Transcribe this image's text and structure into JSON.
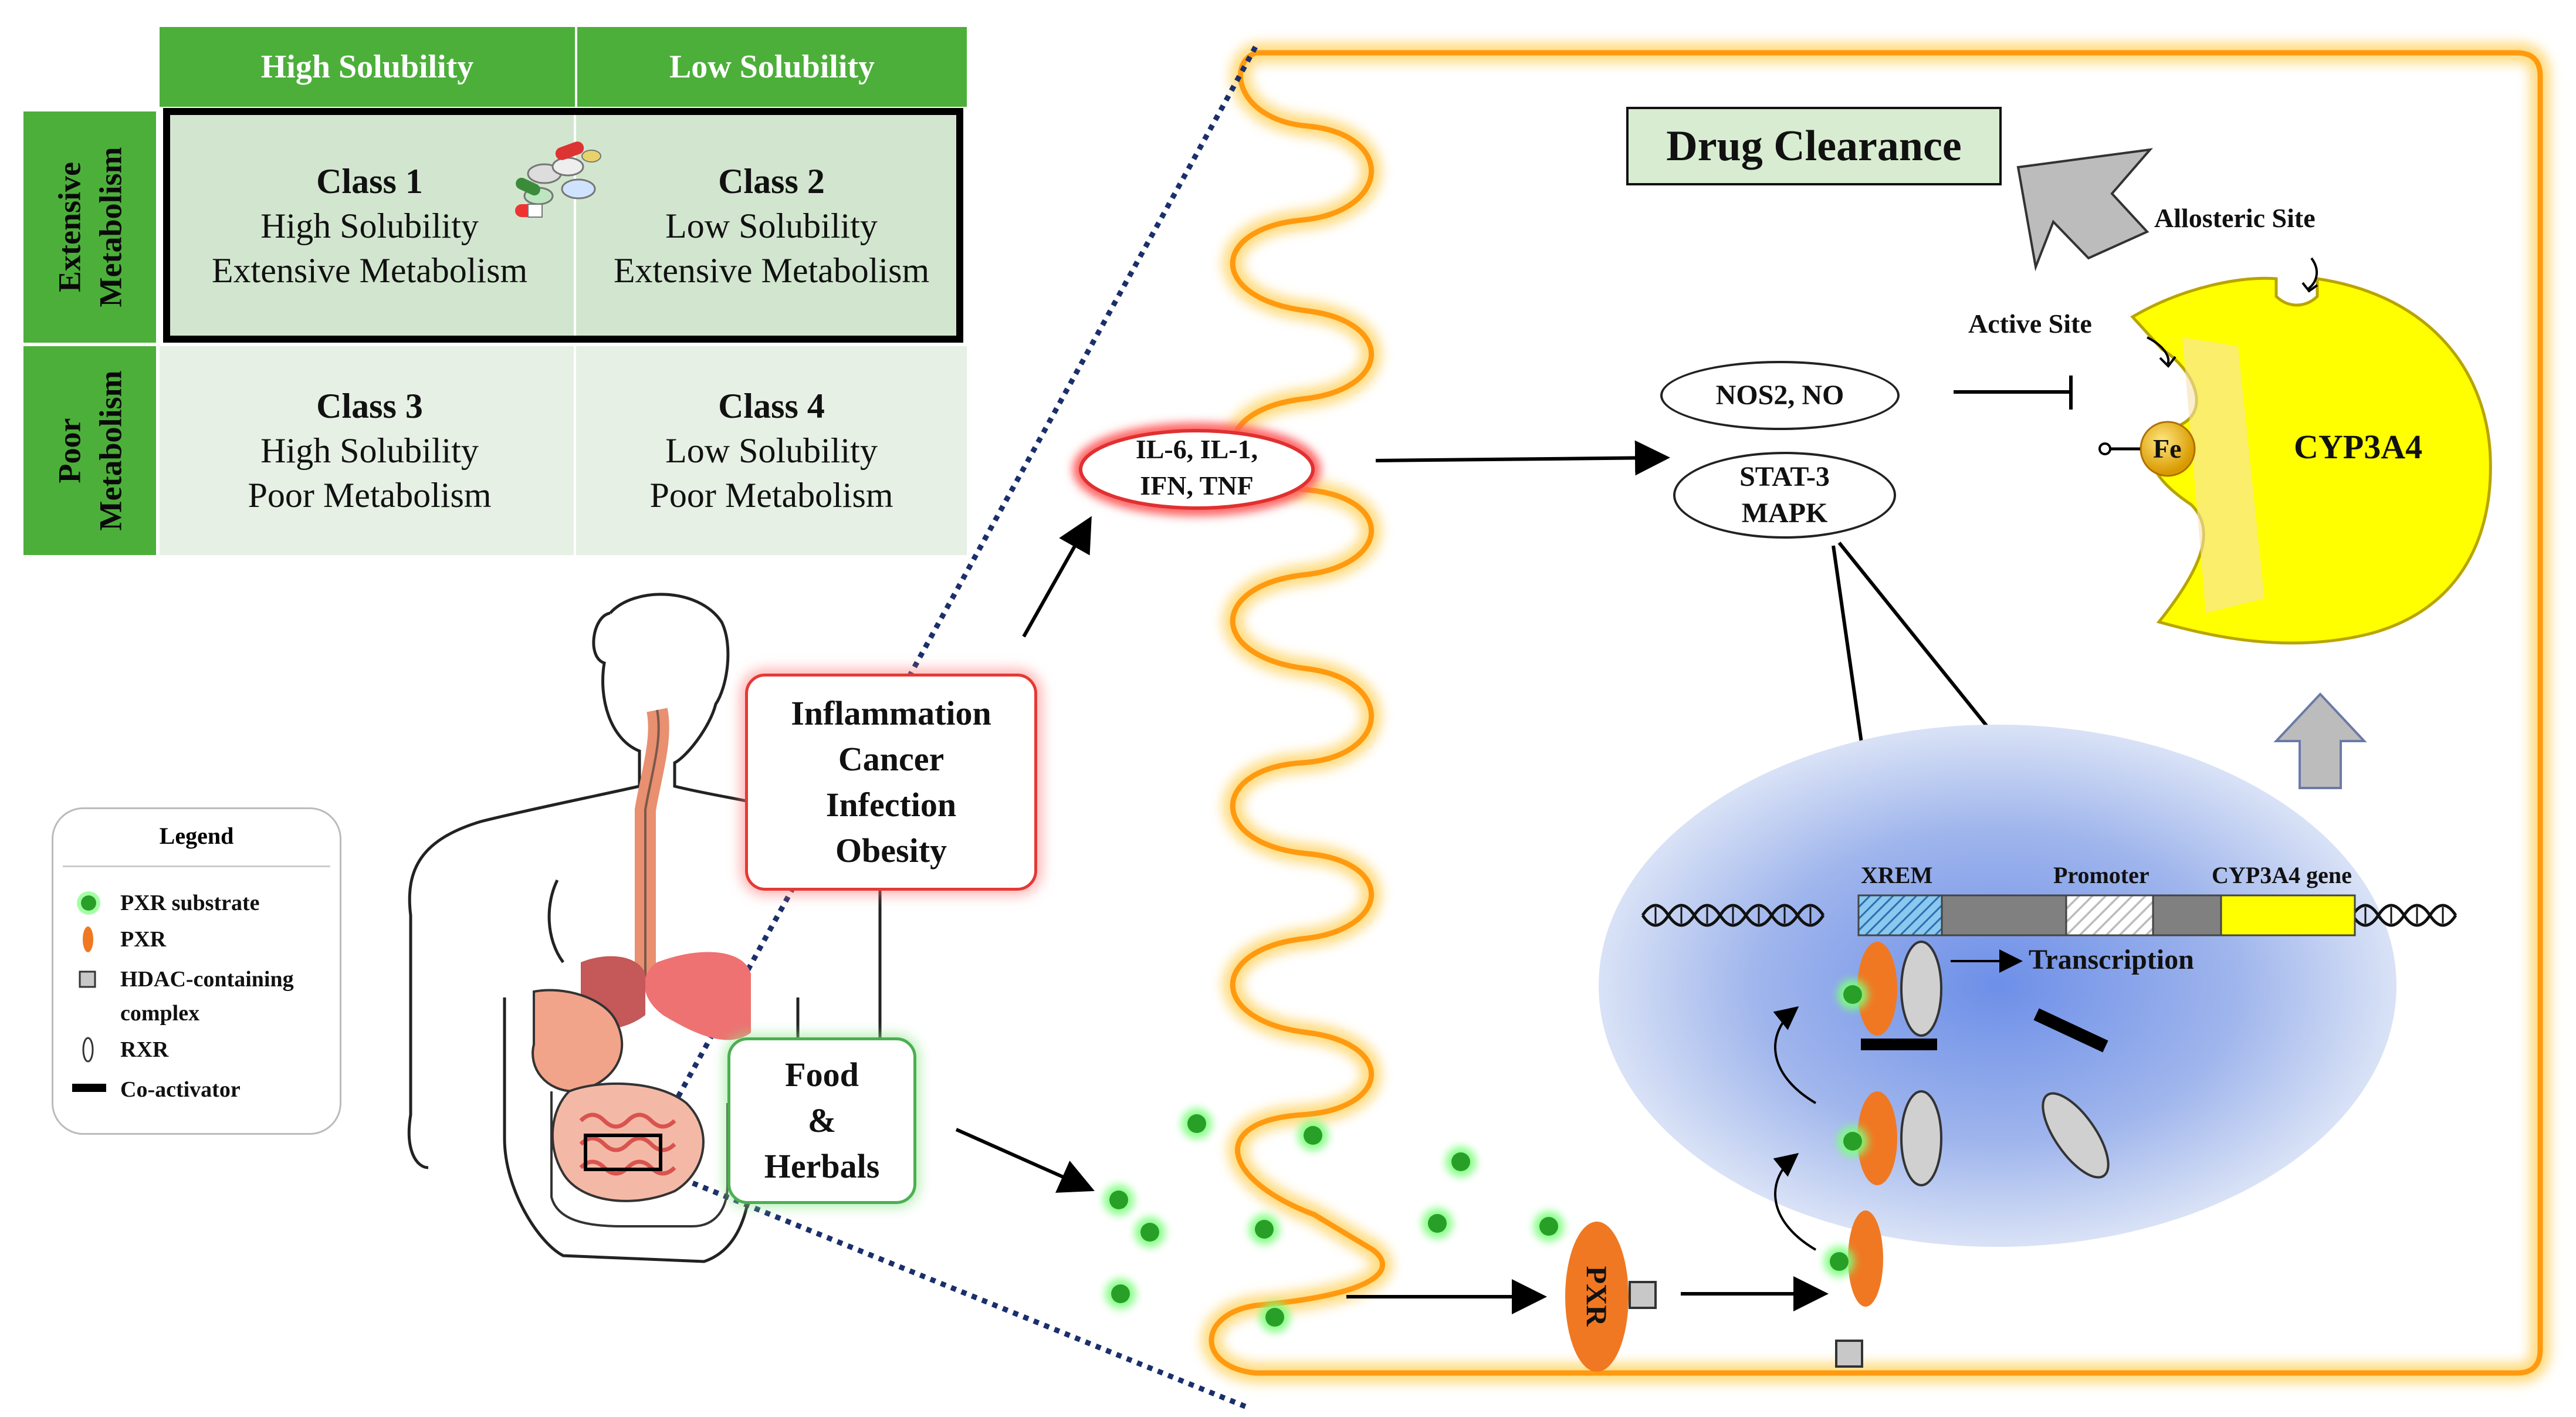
{
  "table": {
    "col_headers": [
      "High Solubility",
      "Low Solubility"
    ],
    "row_headers": [
      [
        "Extensive",
        "Metabolism"
      ],
      [
        "Poor",
        "Metabolism"
      ]
    ],
    "cells": [
      {
        "title": "Class 1",
        "line1": "High Solubility",
        "line2": "Extensive Metabolism"
      },
      {
        "title": "Class 2",
        "line1": "Low Solubility",
        "line2": "Extensive Metabolism"
      },
      {
        "title": "Class 3",
        "line1": "High Solubility",
        "line2": "Poor Metabolism"
      },
      {
        "title": "Class 4",
        "line1": "Low Solubility",
        "line2": "Poor Metabolism"
      }
    ]
  },
  "conditions": [
    "Inflammation",
    "Cancer",
    "Infection",
    "Obesity"
  ],
  "food": [
    "Food",
    "&",
    "Herbals"
  ],
  "cytokines": [
    "IL-6, IL-1,",
    "IFN, TNF"
  ],
  "nos": "NOS2, NO",
  "stat": [
    "STAT-3",
    "MAPK"
  ],
  "drug_clearance": "Drug Clearance",
  "allosteric_site": "Allosteric Site",
  "active_site": "Active Site",
  "fe": "Fe",
  "cyp": "CYP3A4",
  "gene": {
    "xrem": "XREM",
    "promoter": "Promoter",
    "cyp_gene": "CYP3A4 gene",
    "transcription": "Transcription"
  },
  "pxr_label": "PXR",
  "legend": {
    "title": "Legend",
    "items": [
      "PXR substrate",
      "PXR",
      "HDAC-containing",
      "complex",
      "RXR",
      "Co-activator"
    ]
  },
  "colors": {
    "table_green": "#4caf3a",
    "cell_light": "#e6f0e4",
    "cell_highlight": "#d2e6cf",
    "membrane": "#ffa31a",
    "cyp_yellow": "#ffff00",
    "pxr_orange": "#f07822",
    "nucleus_blue": "#8fa8e6",
    "substrate_green": "#3cb43c"
  }
}
